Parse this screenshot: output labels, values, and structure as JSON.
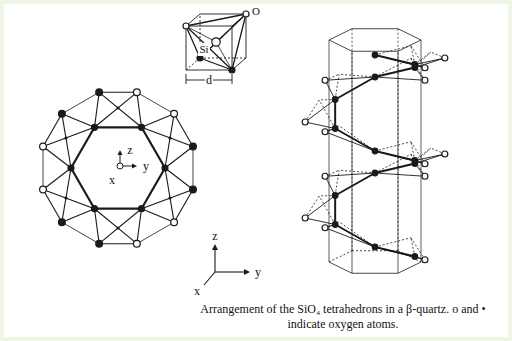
{
  "diagram": {
    "caption": "Arrangement of the SiO₄ tetrahedrons in a β-quartz. o and • indicate oxygen atoms.",
    "labels": [
      "O",
      "Si",
      "d",
      "z",
      "y",
      "x",
      "z",
      "y",
      "x"
    ]
  }
}
